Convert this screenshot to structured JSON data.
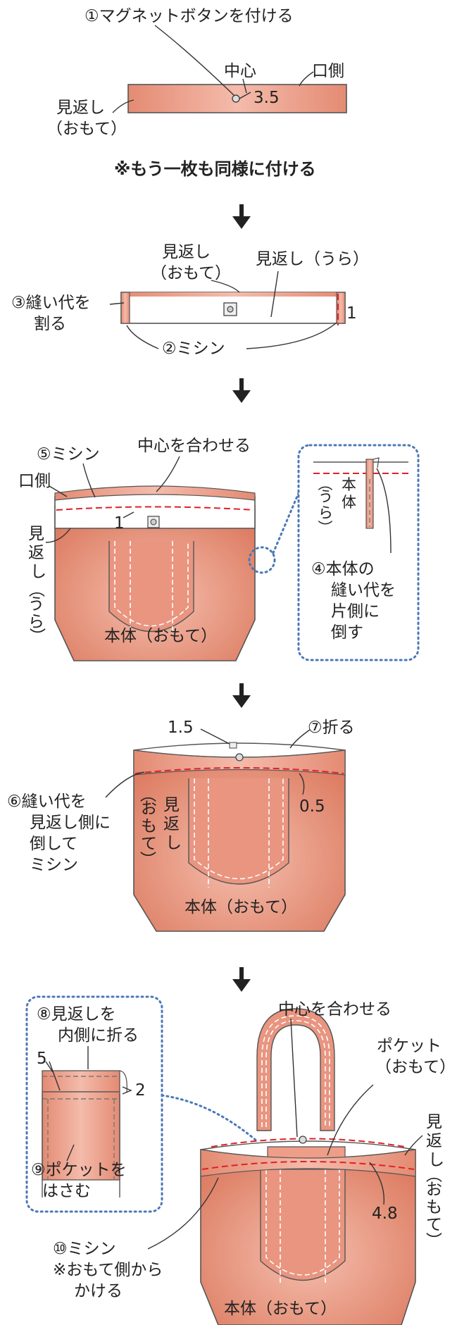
{
  "step1": {
    "title": "①マグネットボタンを付ける",
    "center": "中心",
    "mouth_side": "口側",
    "facing_1": "見返し",
    "facing_2": "（おもて）",
    "measure": "3.5",
    "note": "※もう一枚も同様に付ける"
  },
  "step2": {
    "facing_front_1": "見返し",
    "facing_front_2": "（おもて）",
    "facing_back": "見返し（うら）",
    "split_1": "③縫い代を",
    "split_2": "割る",
    "sew": "②ミシン",
    "measure": "1"
  },
  "step3": {
    "sew": "⑤ミシン",
    "align": "中心を合わせる",
    "mouth_side": "口側",
    "facing_v": [
      "見",
      "返",
      "し",
      "（",
      "う",
      "ら",
      "）"
    ],
    "measure": "1",
    "body": "本体（おもて）",
    "inset_body_v": [
      "本",
      "体"
    ],
    "inset_ura_v": [
      "（",
      "う",
      "ら",
      "）"
    ],
    "note_lines": [
      "④本体の",
      "縫い代を",
      "片側に",
      "倒す"
    ]
  },
  "step4": {
    "measure_top": "1.5",
    "fold": "⑦折る",
    "note_lines": [
      "⑥縫い代を",
      "見返し側に",
      "倒して",
      "ミシン"
    ],
    "facing_v": [
      "見",
      "返",
      "し"
    ],
    "omote_v": [
      "（",
      "お",
      "も",
      "て",
      "）"
    ],
    "measure_side": "0.5",
    "body": "本体（おもて）"
  },
  "step5": {
    "inset_title_1": "⑧見返しを",
    "inset_title_2": "内側に折る",
    "inset_5": "5",
    "inset_2": "2",
    "pocket_1": "⑨ポケットを",
    "pocket_2": "はさむ",
    "align": "中心を合わせる",
    "pocket_front_1": "ポケット",
    "pocket_front_2": "（おもて）",
    "facing_v": [
      "見",
      "返",
      "し",
      "（",
      "お",
      "も",
      "て",
      "）"
    ],
    "measure": "4.8",
    "sew_1": "⑩ミシン",
    "sew_2": "※おもて側から",
    "sew_3": "かける",
    "body": "本体（おもて）"
  },
  "colors": {
    "fabric_center": "#f1ae9c",
    "fabric_edge": "#e3876e",
    "stitch_red": "#e0202a",
    "inset_border": "#4a78b8"
  }
}
